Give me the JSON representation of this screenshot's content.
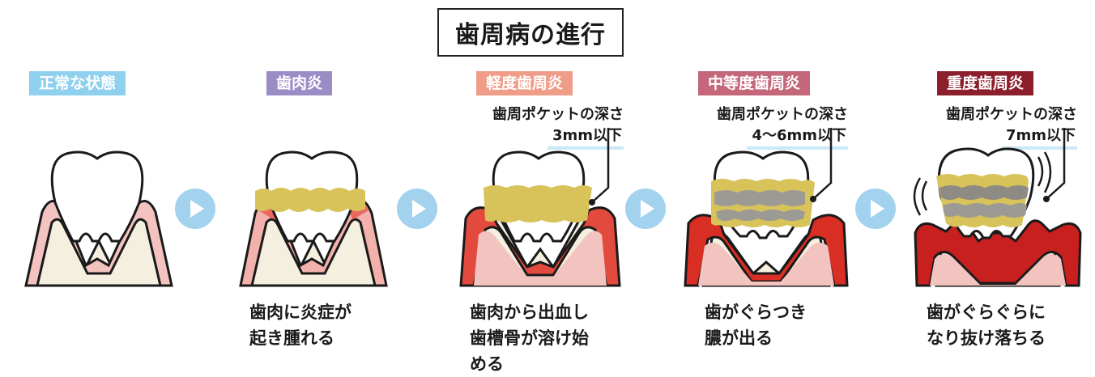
{
  "title": "歯周病の進行",
  "stages": [
    {
      "label": "正常な状態",
      "badge_color": "#8fd0ef",
      "pocket_label": "",
      "pocket_depth": "",
      "desc": []
    },
    {
      "label": "歯肉炎",
      "badge_color": "#9b8cc6",
      "pocket_label": "",
      "pocket_depth": "",
      "desc": [
        "歯肉に炎症が",
        "起き腫れる"
      ]
    },
    {
      "label": "軽度歯周炎",
      "badge_color": "#ef9d88",
      "pocket_label": "歯周ポケットの深さ",
      "pocket_depth": "3mm以下",
      "desc": [
        "歯肉から出血し",
        "歯槽骨が溶け始",
        "める"
      ]
    },
    {
      "label": "中等度歯周炎",
      "badge_color": "#c4677a",
      "pocket_label": "歯周ポケットの深さ",
      "pocket_depth": "4～6mm以下",
      "desc": [
        "歯がぐらつき",
        "膿が出る"
      ]
    },
    {
      "label": "重度歯周炎",
      "badge_color": "#8c1f2c",
      "pocket_label": "歯周ポケットの深さ",
      "pocket_depth": "7mm以下",
      "desc": [
        "歯がぐらぐらに",
        "なり抜け落ちる"
      ]
    }
  ],
  "colors": {
    "bone": "#f5efdf",
    "gum_normal": "#f3c3c0",
    "gum_inflamed": "#e34a3e",
    "gum_severe": "#c8201f",
    "tartar": "#d8c25a",
    "tartar_dark": "#9c9a94",
    "arrow": "#a3d2ee"
  }
}
